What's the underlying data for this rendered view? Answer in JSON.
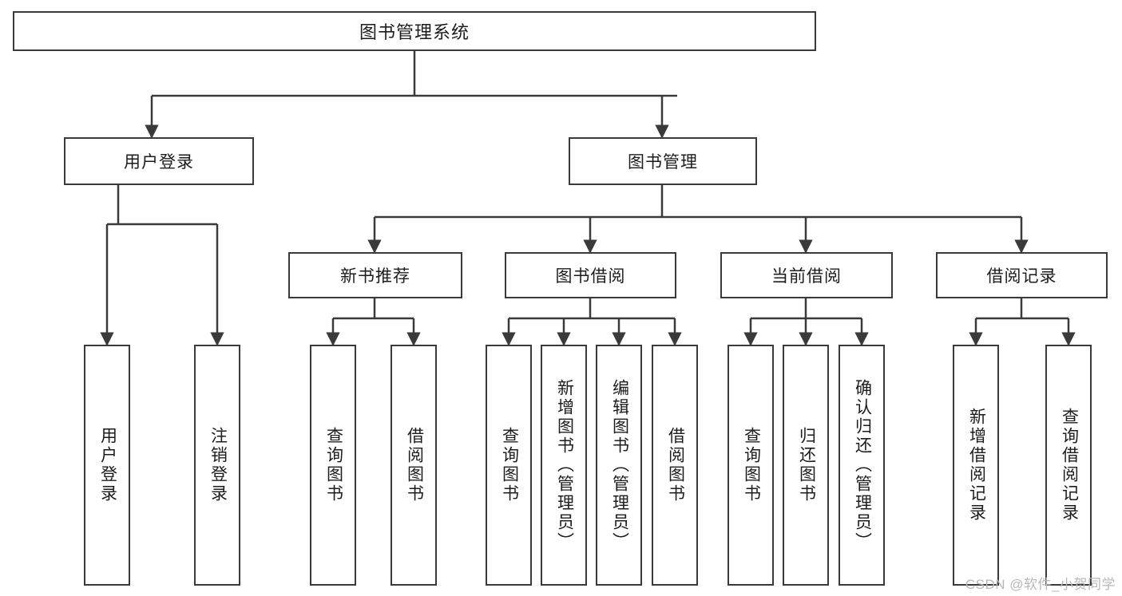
{
  "diagram": {
    "title": "图书管理系统",
    "type": "tree-hierarchy-chart",
    "watermark": "CSDN @软件_小贺同学",
    "colors": {
      "box_border": "#3a3a3a",
      "box_fill": "#ffffff",
      "edge": "#3a3a3a",
      "text": "#1c1c1c",
      "watermark": "#b8b8b8",
      "background": "#ffffff"
    },
    "root": {
      "label": "图书管理系统"
    },
    "level2": [
      {
        "label": "用户登录"
      },
      {
        "label": "图书管理"
      }
    ],
    "level3": [
      {
        "label": "新书推荐"
      },
      {
        "label": "图书借阅"
      },
      {
        "label": "当前借阅"
      },
      {
        "label": "借阅记录"
      }
    ],
    "leaves": {
      "user_login": [
        {
          "label": "用户登录"
        },
        {
          "label": "注销登录"
        }
      ],
      "new_book_recommend": [
        {
          "label": "查询图书"
        },
        {
          "label": "借阅图书"
        }
      ],
      "book_borrow": [
        {
          "label": "查询图书"
        },
        {
          "label": "新增图书（管理员）"
        },
        {
          "label": "编辑图书（管理员）"
        },
        {
          "label": "借阅图书"
        }
      ],
      "current_borrow": [
        {
          "label": "查询图书"
        },
        {
          "label": "归还图书"
        },
        {
          "label": "确认归还（管理员）"
        }
      ],
      "borrow_record": [
        {
          "label": "新增借阅记录"
        },
        {
          "label": "查询借阅记录"
        }
      ]
    }
  }
}
